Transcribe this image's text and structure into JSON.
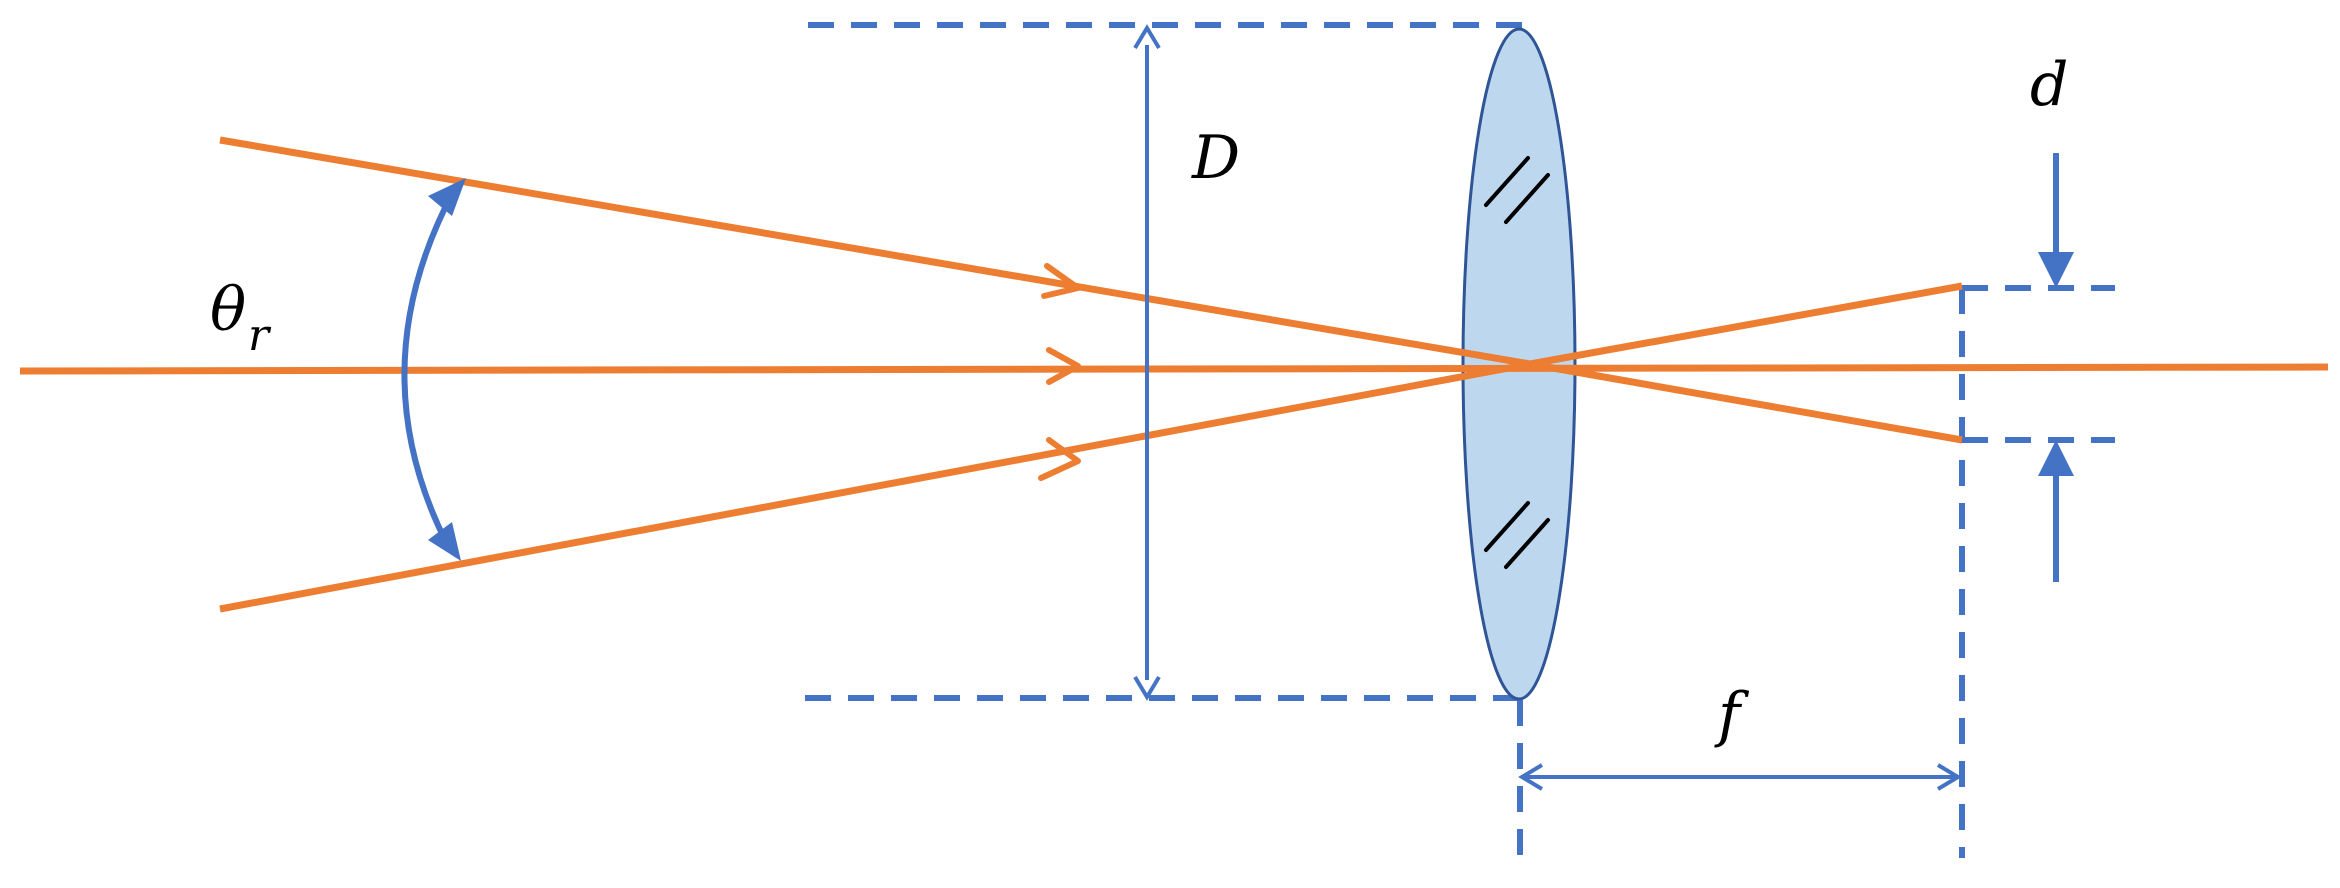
{
  "labels": {
    "theta": "θ",
    "theta_sub": "r",
    "aperture": "D",
    "spot": "d",
    "focal": "f"
  },
  "colors": {
    "ray": "#ED7D31",
    "annotation": "#4472C4",
    "lens_fill": "#BDD7EE",
    "lens_stroke": "#2F5597",
    "text": "#000000"
  }
}
